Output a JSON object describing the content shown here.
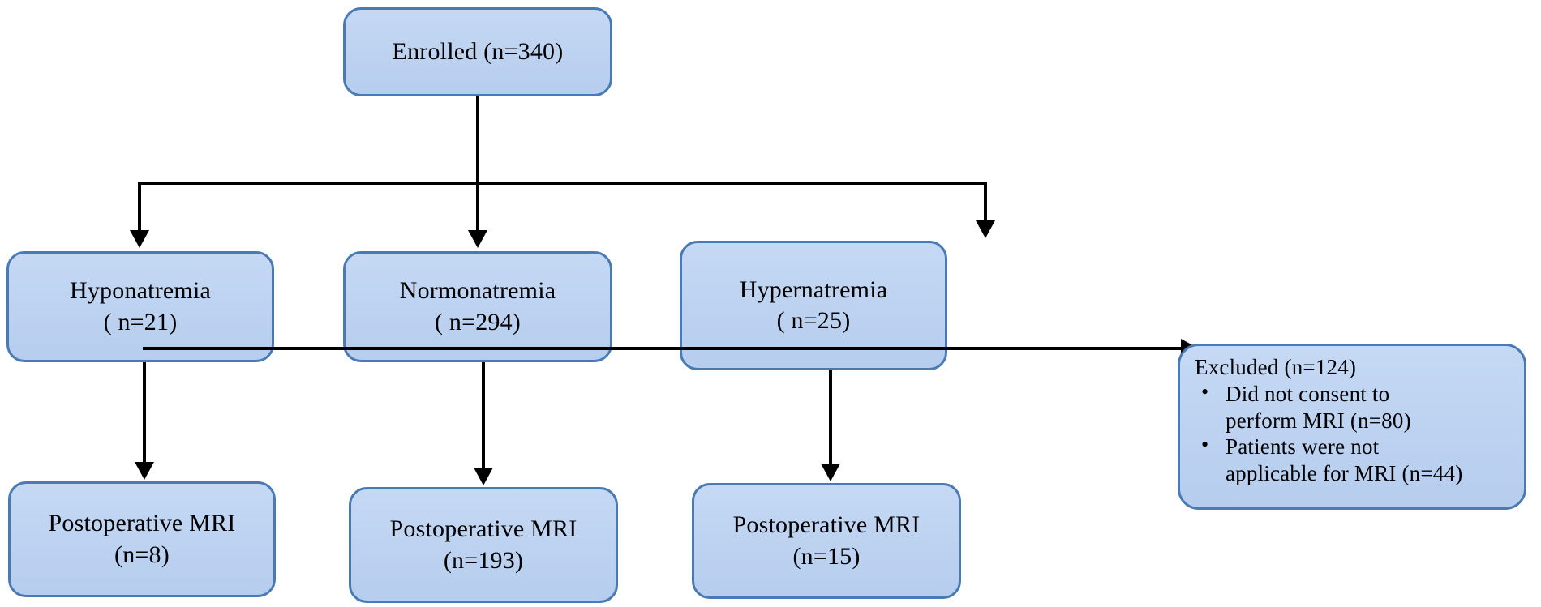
{
  "diagram": {
    "type": "flowchart",
    "title": "Patient enrollment and postoperative MRI flow diagram",
    "colors": {
      "node_fill": "#bdd2f0",
      "node_border": "#4a7ab4",
      "connector": "#000000",
      "text": "#000000",
      "background": "#ffffff"
    },
    "nodes": {
      "enrolled": {
        "label": "Enrolled (n=340)",
        "count": 340
      },
      "hyponatremia": {
        "line1": "Hyponatremia",
        "line2": "( n=21)",
        "count": 21
      },
      "normonatremia": {
        "line1": "Normonatremia",
        "line2": "( n=294)",
        "count": 294
      },
      "hypernatremia": {
        "line1": "Hypernatremia",
        "line2": "( n=25)",
        "count": 25
      },
      "excluded": {
        "title": "Excluded (n=124)",
        "count": 124,
        "bullet_glyph": "•",
        "reasons": [
          {
            "line1": "Did not consent to",
            "line2": "perform MRI (n=80)",
            "count": 80
          },
          {
            "line1": "Patients were not",
            "line2": "applicable for MRI (n=44)",
            "count": 44
          }
        ]
      },
      "mri_hypo": {
        "line1": "Postoperative MRI",
        "line2": "(n=8)",
        "count": 8
      },
      "mri_normo": {
        "line1": "Postoperative MRI",
        "line2": "(n=193)",
        "count": 193
      },
      "mri_hyper": {
        "line1": "Postoperative MRI",
        "line2": "(n=15)",
        "count": 15
      }
    },
    "edges": [
      {
        "name": "enrolled-to-split",
        "from": "enrolled",
        "to": "split-bus"
      },
      {
        "name": "split-to-hyponatremia",
        "from": "split-bus",
        "to": "hyponatremia"
      },
      {
        "name": "split-to-normonatremia",
        "from": "split-bus",
        "to": "normonatremia"
      },
      {
        "name": "split-to-hypernatremia",
        "from": "split-bus",
        "to": "hypernatremia"
      },
      {
        "name": "hyponatremia-to-mri",
        "from": "hyponatremia",
        "to": "mri_hypo"
      },
      {
        "name": "normonatremia-to-mri",
        "from": "normonatremia",
        "to": "mri_normo"
      },
      {
        "name": "hypernatremia-to-mri",
        "from": "hypernatremia",
        "to": "mri_hyper"
      },
      {
        "name": "exclusion-bus-to-excluded",
        "from": "exclusion-bus",
        "to": "excluded"
      }
    ]
  }
}
